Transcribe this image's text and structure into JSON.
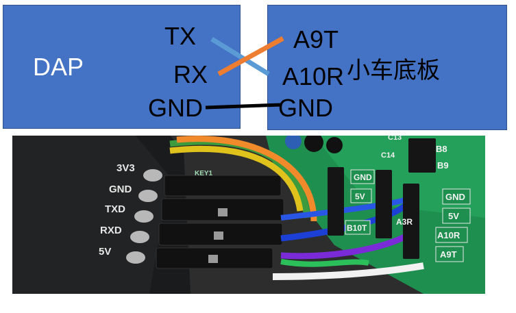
{
  "diagram": {
    "left_box": {
      "name": "DAP",
      "pins": [
        "TX",
        "RX",
        "GND"
      ]
    },
    "right_box": {
      "name": "小车底板",
      "pins": [
        "A9T",
        "A10R",
        "GND"
      ]
    },
    "connections": [
      {
        "from": "TX",
        "to": "A10R",
        "color": "#5b9bd5"
      },
      {
        "from": "RX",
        "to": "A9T",
        "color": "#ed7d31"
      },
      {
        "from": "GND",
        "to": "GND",
        "color": "#000000"
      }
    ]
  },
  "photo": {
    "module_pins": [
      "3V3",
      "GND",
      "TXD",
      "RXD",
      "5V"
    ],
    "board_header_left": [
      "GND",
      "5V",
      "B10T"
    ],
    "board_header_right": [
      "GND",
      "5V",
      "A10R",
      "A9T"
    ],
    "board_misc": [
      "B8",
      "B9",
      "C13",
      "C14",
      "A3R",
      "KEY1"
    ]
  }
}
